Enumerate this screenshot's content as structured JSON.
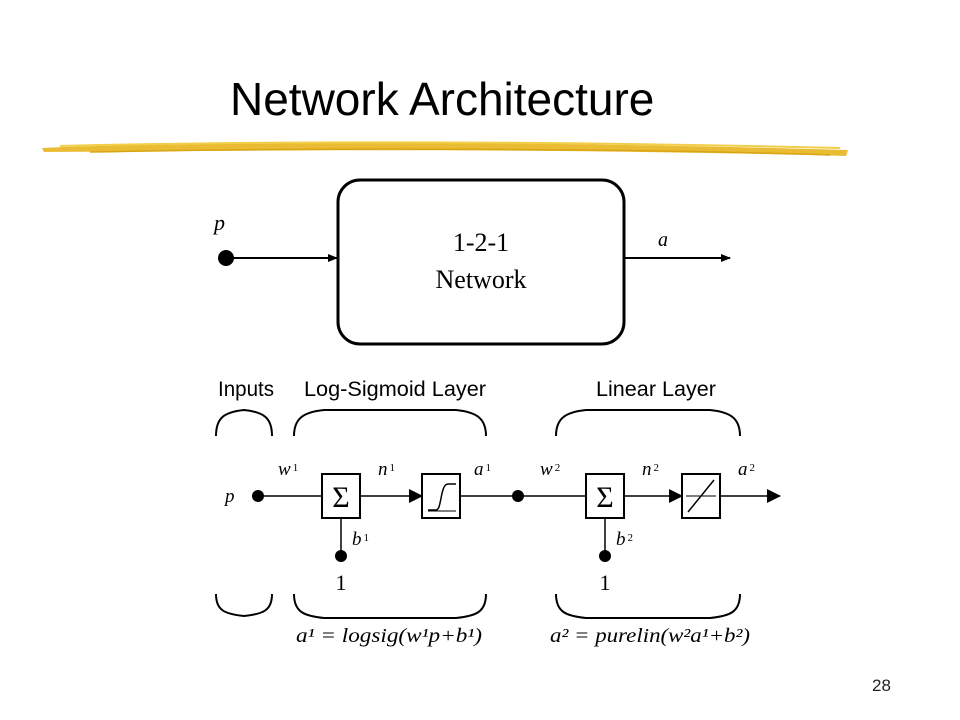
{
  "slide": {
    "title": "Network Architecture",
    "page_number": "28"
  },
  "block_diagram": {
    "input_label": "p",
    "output_label": "a",
    "box_line1": "1-2-1",
    "box_line2": "Network"
  },
  "layer_diagram": {
    "headers": {
      "inputs": "Inputs",
      "layer1": "Log-Sigmoid Layer",
      "layer2": "Linear Layer"
    },
    "input_symbol": "p",
    "sum_symbol": "Σ",
    "bias_input": "1",
    "layer1": {
      "weight": {
        "base": "w",
        "sup": "1"
      },
      "net": {
        "base": "n",
        "sup": "1"
      },
      "output": {
        "base": "a",
        "sup": "1"
      },
      "bias": {
        "base": "b",
        "sup": "1"
      },
      "equation": "a¹ = logsig(w¹p+b¹)"
    },
    "layer2": {
      "weight": {
        "base": "w",
        "sup": "2"
      },
      "net": {
        "base": "n",
        "sup": "2"
      },
      "output": {
        "base": "a",
        "sup": "2"
      },
      "bias": {
        "base": "b",
        "sup": "2"
      },
      "equation": "a² = purelin(w²a¹+b²)"
    }
  },
  "colors": {
    "accent_line": "#e8b828"
  }
}
